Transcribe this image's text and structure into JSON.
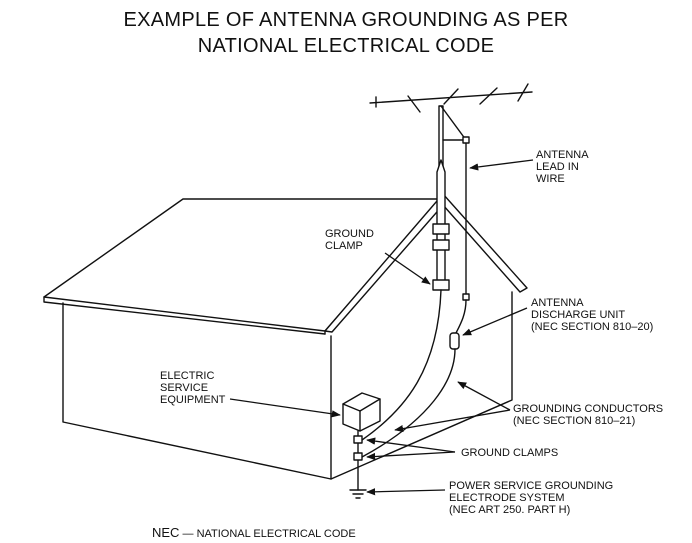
{
  "title": {
    "line1": "EXAMPLE OF ANTENNA GROUNDING AS PER",
    "line2": "NATIONAL ELECTRICAL CODE"
  },
  "labels": {
    "antenna_lead_in": [
      "ANTENNA",
      "LEAD IN",
      "WIRE"
    ],
    "ground_clamp": [
      "GROUND",
      "CLAMP"
    ],
    "discharge_unit": [
      "ANTENNA",
      "DISCHARGE UNIT",
      "(NEC SECTION 810–20)"
    ],
    "electric_service": [
      "ELECTRIC",
      "SERVICE",
      "EQUIPMENT"
    ],
    "grounding_conductors": [
      "GROUNDING CONDUCTORS",
      "(NEC SECTION 810–21)"
    ],
    "ground_clamps": "GROUND CLAMPS",
    "power_service": [
      "POWER SERVICE GROUNDING",
      "ELECTRODE SYSTEM",
      "(NEC ART 250. PART H)"
    ]
  },
  "footer": {
    "abbr": "NEC",
    "text": "— NATIONAL ELECTRICAL CODE"
  }
}
